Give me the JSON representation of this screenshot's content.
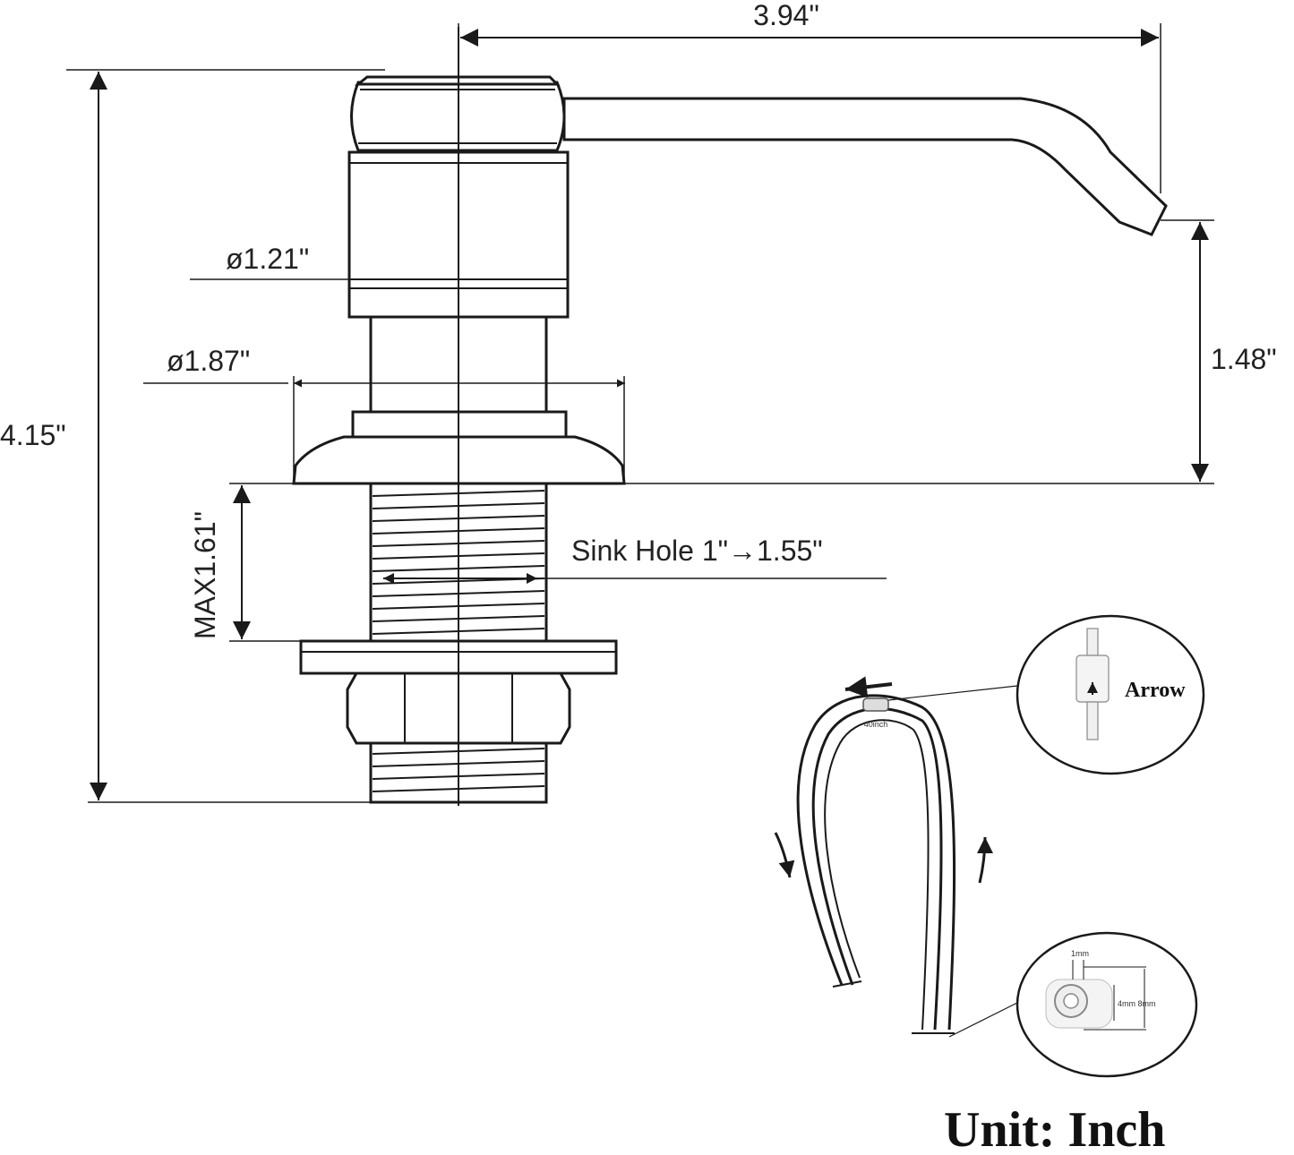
{
  "dimensions": {
    "spout_length": "3.94\"",
    "total_height": "4.15\"",
    "head_diameter": "ø1.21\"",
    "flange_diameter": "ø1.87\"",
    "spout_height": "1.48\"",
    "max_thickness": "MAX1.61\"",
    "sink_hole": "Sink Hole 1\"→1.55\""
  },
  "tube_detail": {
    "length_label": "40inch",
    "arrow_label": "Arrow",
    "inner_label": "1mm",
    "size_label": "4mm 8mm"
  },
  "unit_label": "Unit:  Inch",
  "colors": {
    "line": "#1a1a1a",
    "background": "#ffffff"
  }
}
